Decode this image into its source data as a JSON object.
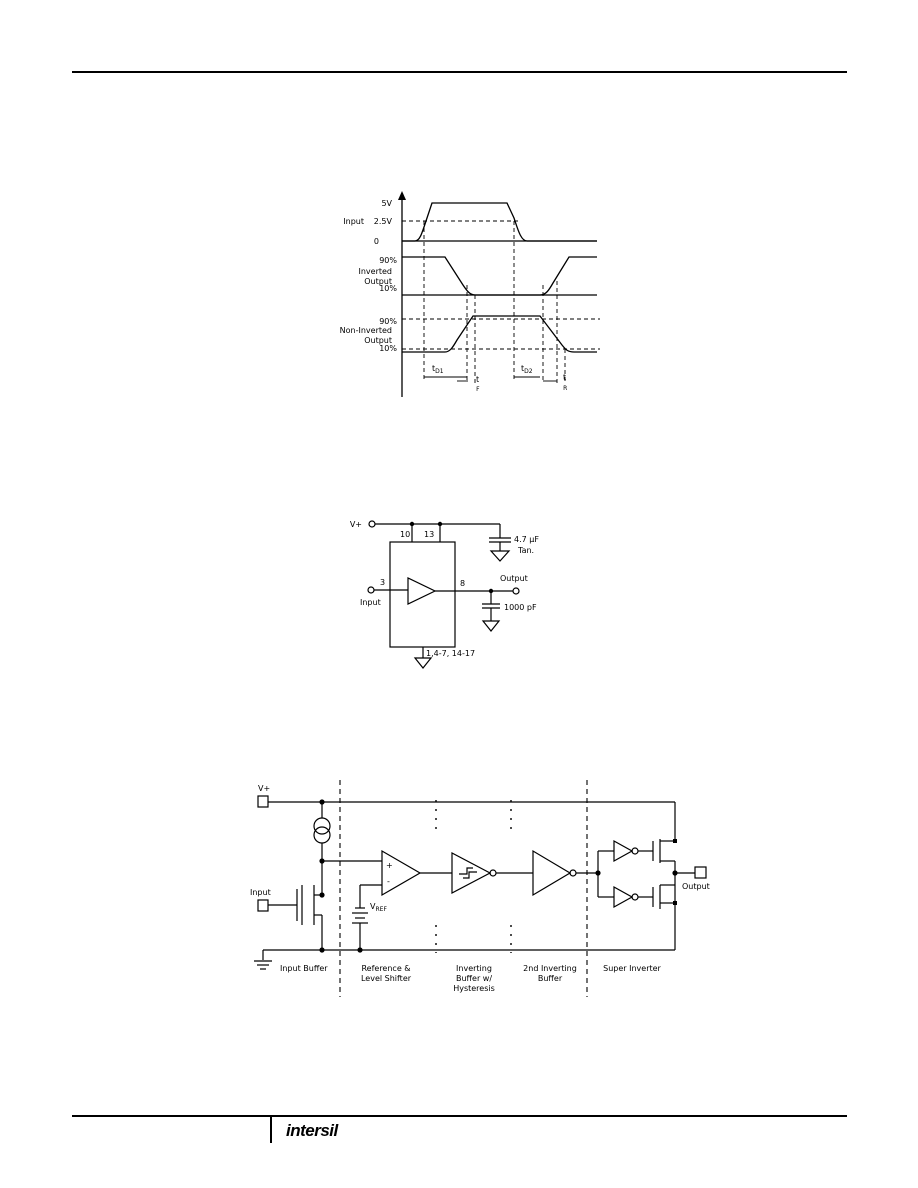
{
  "timing": {
    "v5": "5V",
    "input": "Input",
    "v25": "2.5V",
    "zero": "0",
    "inv1": "Inverted",
    "inv2": "Output",
    "noninv1": "Non-Inverted",
    "noninv2": "Output",
    "p90": "90%",
    "p10": "10%",
    "td1": "t",
    "td1sub": "D1",
    "td2": "t",
    "td2sub": "D2",
    "tf": "t",
    "tfsub": "F",
    "tr": "t",
    "trsub": "R"
  },
  "test": {
    "vplus": "V+",
    "pin10": "10",
    "pin13": "13",
    "cap1": "4.7 µF",
    "cap1b": "Tan.",
    "pin3": "3",
    "input": "Input",
    "pin8": "8",
    "output": "Output",
    "cap2": "1000 pF",
    "gnd": "1,4-7, 14-17"
  },
  "block": {
    "vplus": "V+",
    "input": "Input",
    "output": "Output",
    "plus": "+",
    "minus": "-",
    "vref": "V",
    "vrefsub": "REF",
    "s1": "Input Buffer",
    "s2a": "Reference &",
    "s2b": "Level Shifter",
    "s3a": "Inverting",
    "s3b": "Buffer w/",
    "s3c": "Hysteresis",
    "s4a": "2nd Inverting",
    "s4b": "Buffer",
    "s5": "Super Inverter"
  },
  "footer": {
    "logo": "intersil"
  }
}
